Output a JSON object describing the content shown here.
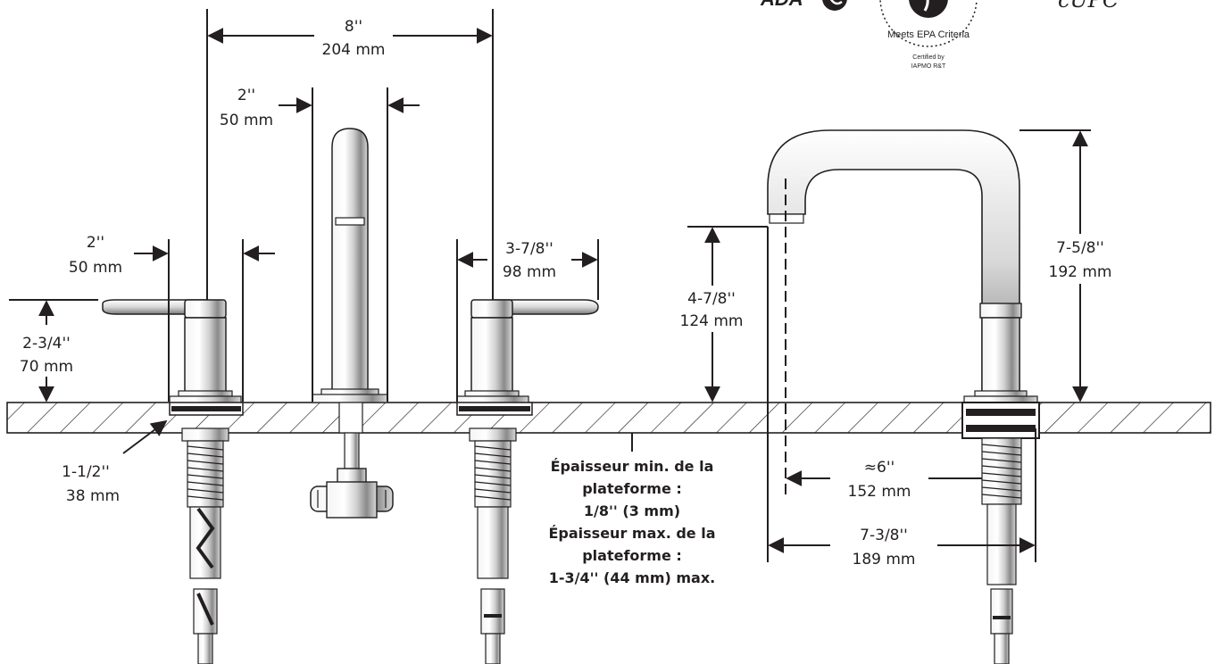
{
  "dimensions": {
    "center_spacing": {
      "imperial": "8''",
      "metric": "204 mm"
    },
    "spout_width": {
      "imperial": "2''",
      "metric": "50 mm"
    },
    "handle_width": {
      "imperial": "2''",
      "metric": "50 mm"
    },
    "handle_reach": {
      "imperial": "3-7/8''",
      "metric": "98 mm"
    },
    "handle_height": {
      "imperial": "2-3/4''",
      "metric": "70 mm"
    },
    "shank_diameter": {
      "imperial": "1-1/2''",
      "metric": "38 mm"
    },
    "spout_clearance": {
      "imperial": "4-7/8''",
      "metric": "124 mm"
    },
    "spout_height": {
      "imperial": "7-5/8''",
      "metric": "192 mm"
    },
    "spout_reach": {
      "imperial": "≈6''",
      "metric": "152 mm"
    },
    "spout_depth": {
      "imperial": "7-3/8''",
      "metric": "189 mm"
    }
  },
  "deck_note": [
    "Épaisseur min. de la",
    "plateforme :",
    "1/8'' (3 mm)",
    "Épaisseur max. de la",
    "plateforme :",
    "1-3/4'' (44 mm) max."
  ],
  "certifications": {
    "ada": "ADA",
    "epa_ring": "Meets EPA Criteria",
    "certified_by_line1": "Certified by",
    "certified_by_line2": "IAPMO R&T",
    "cupc": "cUPC"
  }
}
